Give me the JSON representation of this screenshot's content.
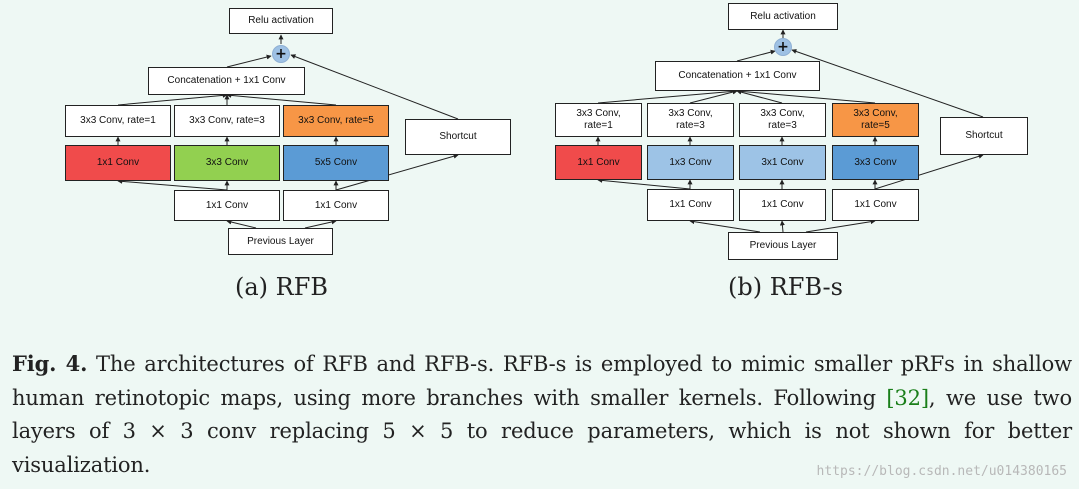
{
  "diagram_a": {
    "relu": "Relu activation",
    "plus": "+",
    "concat": "Concatenation + 1x1 Conv",
    "branch_convs": [
      "3x3 Conv, rate=1",
      "3x3 Conv, rate=3",
      "3x3 Conv, rate=5"
    ],
    "kernel_convs": [
      "1x1 Conv",
      "3x3 Conv",
      "5x5 Conv"
    ],
    "shortcut": "Shortcut",
    "reduce_convs": [
      "1x1 Conv",
      "1x1 Conv"
    ],
    "input": "Previous Layer",
    "subcaption": "(a) RFB"
  },
  "diagram_b": {
    "relu": "Relu activation",
    "plus": "+",
    "concat": "Concatenation + 1x1 Conv",
    "branch_convs": [
      "3x3 Conv, rate=1",
      "3x3 Conv, rate=3",
      "3x3 Conv, rate=3",
      "3x3 Conv, rate=5"
    ],
    "kernel_convs": [
      "1x1 Conv",
      "1x3 Conv",
      "3x1 Conv",
      "3x3 Conv"
    ],
    "shortcut": "Shortcut",
    "reduce_convs": [
      "1x1 Conv",
      "1x1 Conv",
      "1x1 Conv"
    ],
    "input": "Previous Layer",
    "subcaption": "(b) RFB-s"
  },
  "colors": {
    "red": "#f04b4b",
    "green": "#92d050",
    "blue": "#5b9bd5",
    "light_blue": "#9dc3e6",
    "orange": "#f79646"
  },
  "caption": {
    "label": "Fig. 4.",
    "text_1": " The architectures of RFB and RFB-s. RFB-s is employed to mimic smaller pRFs in shallow human retinotopic maps, using more branches with smaller kernels. Following ",
    "citation": "[32]",
    "text_2": ", we use two layers of 3 × 3 conv replacing 5 × 5 to reduce parameters, which is not shown for better visualization."
  },
  "watermark": "https://blog.csdn.net/u014380165"
}
